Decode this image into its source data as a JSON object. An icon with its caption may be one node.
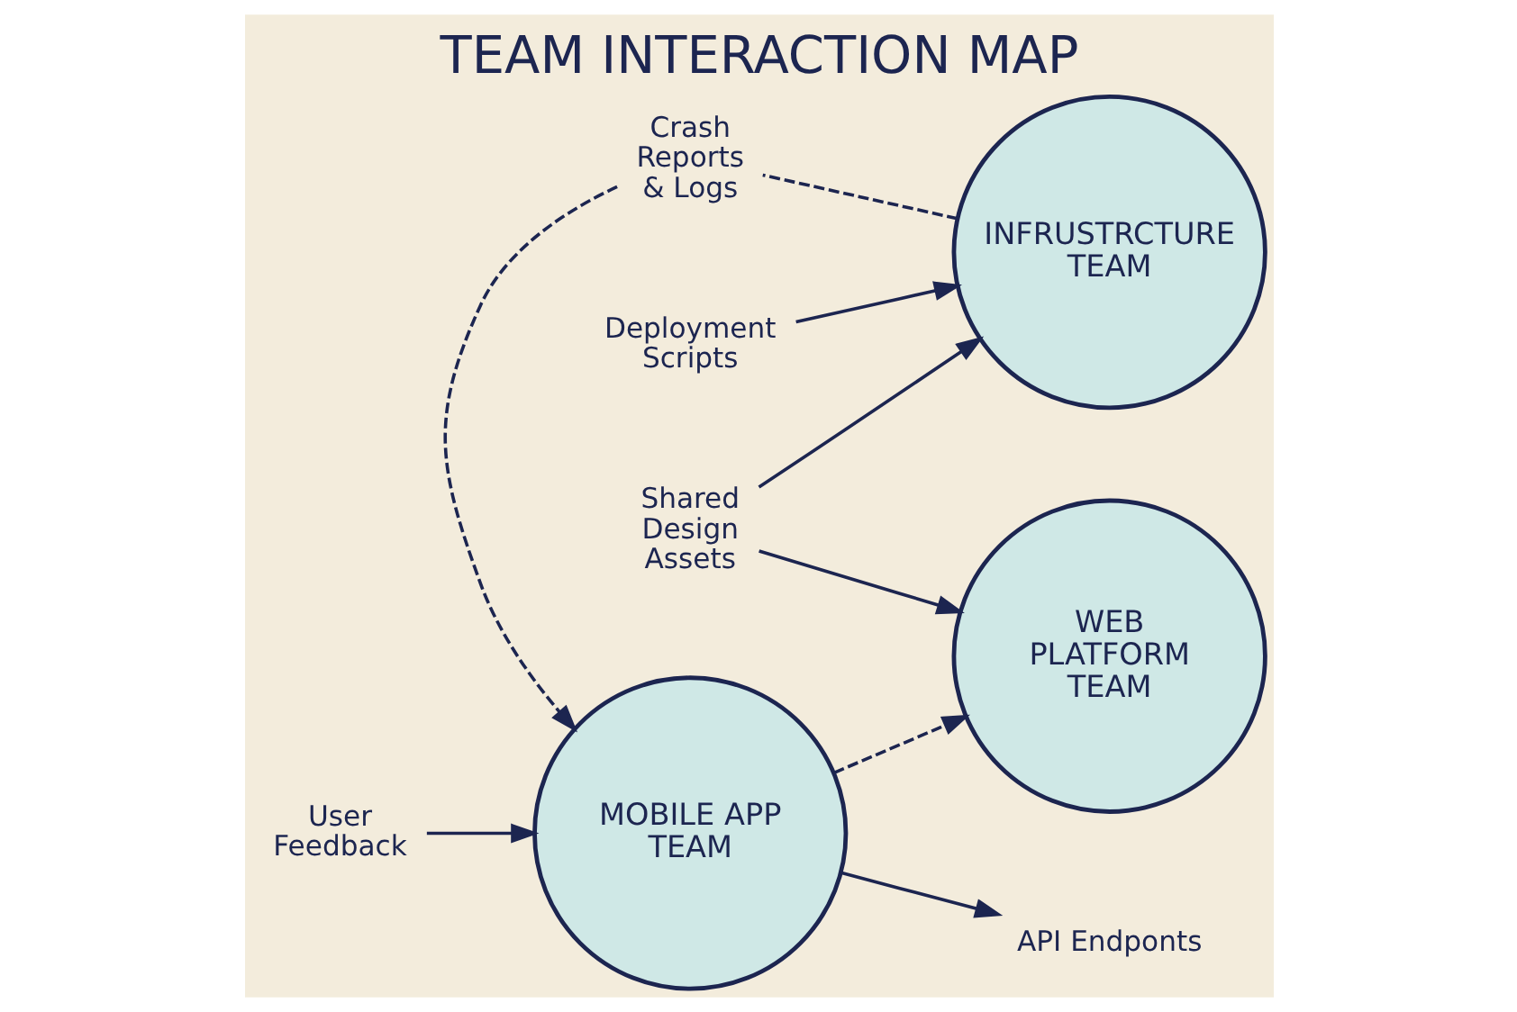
{
  "diagram": {
    "title": "TEAM INTERACTION MAP",
    "nodes": [
      {
        "text": [
          "User Feedback"
        ]
      },
      {
        "text": [
          "MOBILE APP TEAM"
        ]
      },
      {
        "text": [
          "API Endponts"
        ]
      },
      {
        "text": [
          "WEB PLATFORM TEAM"
        ]
      },
      {
        "text": [
          "Crash Reports & Logs"
        ]
      },
      {
        "text": [
          "Shared Design Assets"
        ]
      },
      {
        "text": [
          "INFRUSTRCTURE TEAM"
        ]
      },
      {
        "text": [
          "Deployment Scripts"
        ]
      }
    ],
    "edges": [
      {
        "from": 0,
        "to": 1,
        "arrow": "to"
      },
      {
        "from": 1,
        "to": 2,
        "arrow": "to"
      },
      {
        "from": 1,
        "to": 3,
        "arrow": "to",
        "style": "dashed"
      },
      {
        "from": 6,
        "to": 4,
        "arrow": "none",
        "style": "dashed"
      },
      {
        "from": 4,
        "to": 1,
        "arrow": "to",
        "style": "dashed"
      },
      {
        "from": 5,
        "to": 3,
        "arrow": "to"
      },
      {
        "from": 5,
        "to": 6,
        "arrow": "to"
      },
      {
        "from": 7,
        "to": 6,
        "arrow": "to"
      }
    ]
  }
}
